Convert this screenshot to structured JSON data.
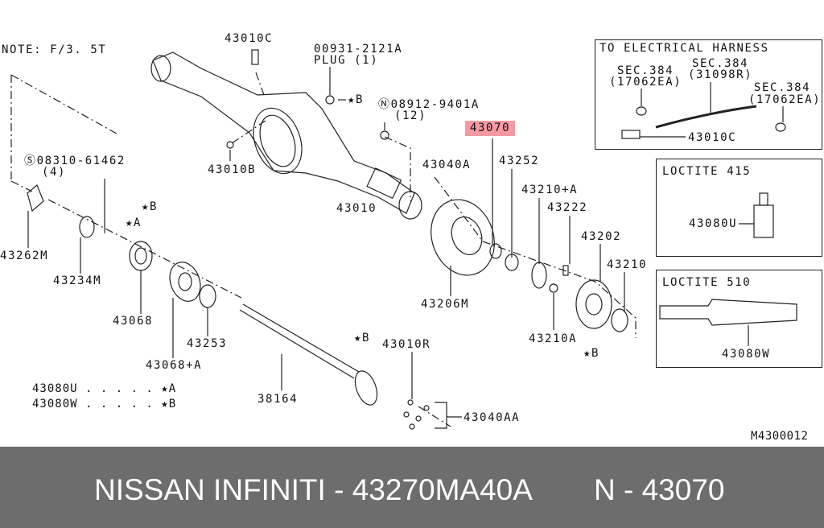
{
  "diagram": {
    "note": "NOTE: F/3. 5T",
    "diagram_code": "M4300012",
    "labels": {
      "l43010C": "43010C",
      "plug_part": "00931-2121A",
      "plug_desc": "PLUG (1)",
      "starB1": "★B",
      "nut_part": "Ⓝ08912-9401A",
      "nut_qty": "(12)",
      "bolt_part": "Ⓢ08310-61462",
      "bolt_qty": "(4)",
      "l43010B": "43010B",
      "l43070": "43070",
      "l43040A": "43040A",
      "l43252": "43252",
      "l43210A_plus": "43210+A",
      "l43222": "43222",
      "l43202": "43202",
      "l43210": "43210",
      "l43010": "43010",
      "starB2": "★B",
      "starA1": "★A",
      "l43262M": "43262M",
      "l43234M": "43234M",
      "l43068": "43068",
      "l43253": "43253",
      "l43068A": "43068+A",
      "l43206M": "43206M",
      "l43210A": "43210A",
      "starB3": "★B",
      "starB4": "★B",
      "l43010R": "43010R",
      "l38164": "38164",
      "legend_u": "43080U  . . . . . ★A",
      "legend_w": "43080W  . . . . . ★B",
      "l43040AA": "43040AA"
    },
    "harness_box": {
      "title": "TO ELECTRICAL HARNESS",
      "sec_left": "SEC.384",
      "sec_left_code": "(17062EA)",
      "sec_mid": "SEC.384",
      "sec_mid_code": "(31098R)",
      "sec_right": "SEC.384",
      "sec_right_code": "(17062EA)",
      "part": "43010C"
    },
    "loctite415_box": {
      "title": "LOCTITE 415",
      "part": "43080U"
    },
    "loctite510_box": {
      "title": "LOCTITE 510",
      "part": "43080W"
    }
  },
  "footer": {
    "title": "NISSAN INFINITI - 43270MA40A",
    "part_ref": "N - 43070"
  },
  "colors": {
    "highlight": "#f59aa3",
    "footer_bg": "#6d6d6d"
  }
}
